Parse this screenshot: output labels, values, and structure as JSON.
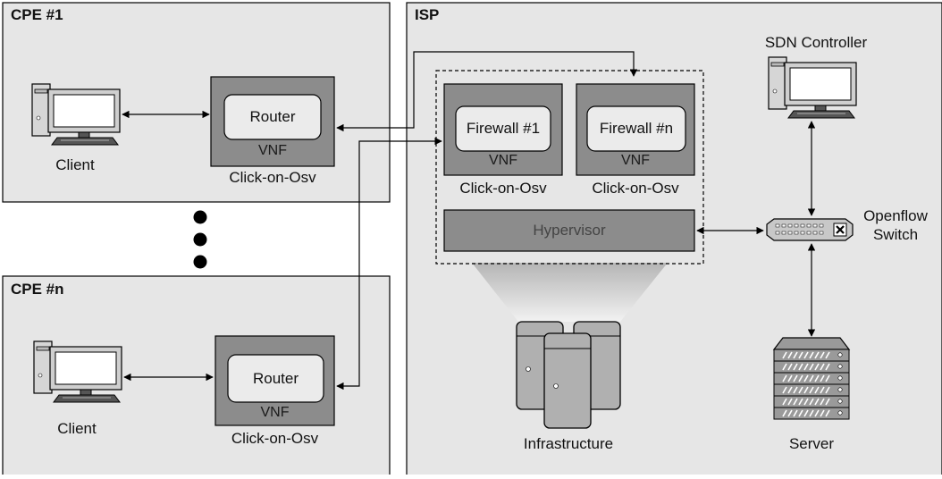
{
  "cpe1": {
    "title": "CPE #1",
    "client_label": "Client",
    "router_label": "Router",
    "vnf_label": "VNF",
    "click_label": "Click-on-Osv"
  },
  "cpen": {
    "title": "CPE #n",
    "client_label": "Client",
    "router_label": "Router",
    "vnf_label": "VNF",
    "click_label": "Click-on-Osv"
  },
  "isp": {
    "title": "ISP",
    "firewall1": {
      "label": "Firewall #1",
      "vnf_label": "VNF",
      "click_label": "Click-on-Osv"
    },
    "firewalln": {
      "label": "Firewall #n",
      "vnf_label": "VNF",
      "click_label": "Click-on-Osv"
    },
    "hypervisor_label": "Hypervisor",
    "infrastructure_label": "Infrastructure",
    "sdn_label": "SDN Controller",
    "switch_label_line1": "Openflow",
    "switch_label_line2": "Switch",
    "server_label": "Server"
  },
  "colors": {
    "panel_fill": "#e6e6e6",
    "vnf_fill": "#8c8c8c",
    "router_fill": "#ebebeb",
    "hypervisor_fill": "#8c8c8c",
    "stroke": "#000000"
  }
}
